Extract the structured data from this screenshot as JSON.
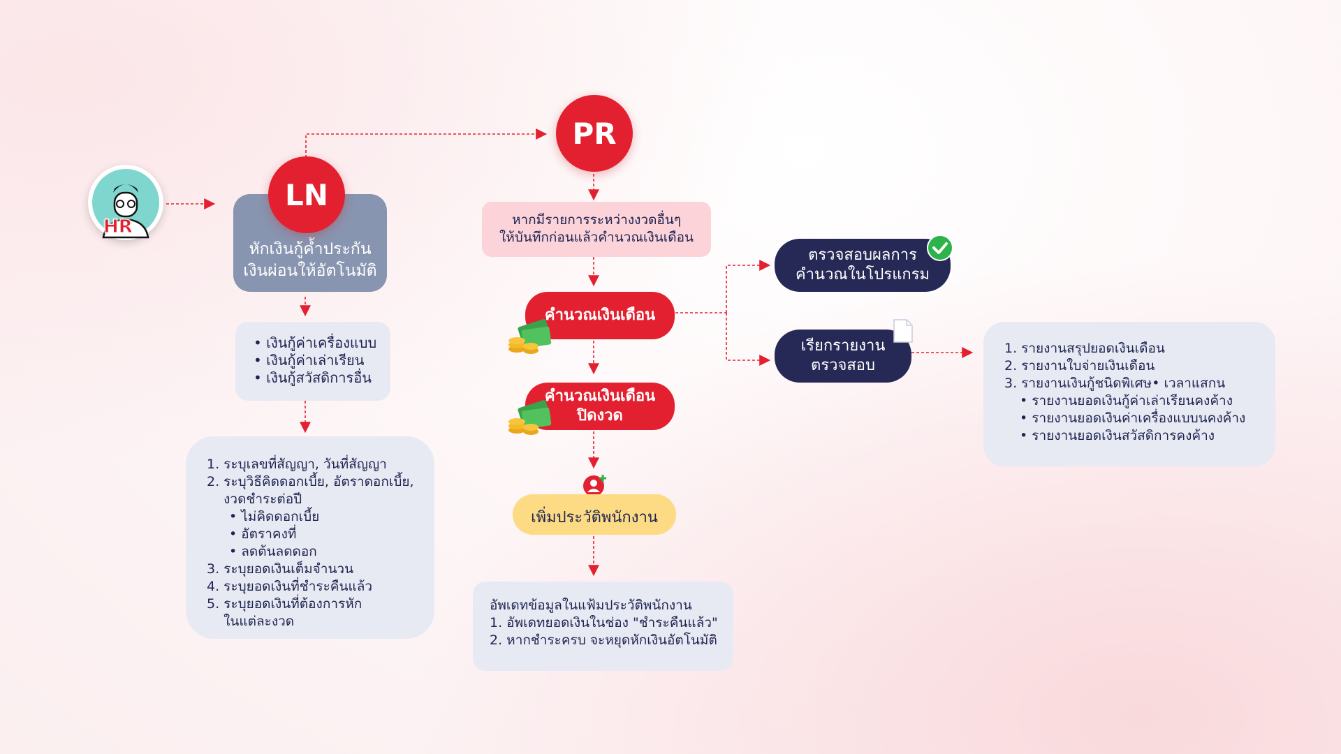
{
  "hr": {
    "label": "HR"
  },
  "ln": {
    "badge": "LN",
    "title_lines": [
      "หักเงินกู้ค้ำประกัน",
      "เงินผ่อนให้อัตโนมัติ"
    ],
    "loan_types": [
      "• เงินกู้ค่าเครื่องแบบ",
      "• เงินกู้ค่าเล่าเรียน",
      "• เงินกู้สวัสดิการอื่น"
    ],
    "steps": [
      "1. ระบุเลขที่สัญญา, วันที่สัญญา",
      "2. ระบุวิธีคิดดอกเบี้ย, อัตราดอกเบี้ย,",
      "    งวดชำระต่อปี",
      "• ไม่คิดดอกเบี้ย",
      "• อัตราคงที่",
      "• ลดต้นลดดอก",
      "3. ระบุยอดเงินเต็มจำนวน",
      "4. ระบุยอดเงินที่ชำระคืนแล้ว",
      "5. ระบุยอดเงินที่ต้องการหัก",
      "    ในแต่ละงวด"
    ]
  },
  "pr": {
    "badge": "PR",
    "note_lines": [
      "หากมีรายการระหว่างงวดอื่นๆ",
      "ให้บันทึกก่อนแล้วคำนวณเงินเดือน"
    ],
    "calc_salary": "คำนวณเงินเดือน",
    "calc_close_lines": [
      "คำนวณเงินเดือน",
      "ปิดงวด"
    ],
    "add_history": "เพิ่มประวัติพนักงาน",
    "update_lines": [
      "อัพเดทข้อมูลในแฟ้มประวัติพนักงาน",
      "1. อัพเดทยอดเงินในช่อง \"ชำระคืนแล้ว\"",
      "2. หากชำระครบ จะหยุดหักเงินอัตโนมัติ"
    ]
  },
  "check": {
    "lines": [
      "ตรวจสอบผลการ",
      "คำนวณในโปรแกรม"
    ]
  },
  "report": {
    "lines": [
      "เรียกรายงาน",
      "ตรวจสอบ"
    ],
    "items": [
      "1. รายงานสรุปยอดเงินเดือน",
      "2. รายงานใบจ่ายเงินเดือน",
      "3. รายงานเงินกู้ชนิดพิเศษ• เวลาแสกน",
      "• รายงานยอดเงินกู้ค่าเล่าเรียนคงค้าง",
      "• รายงานยอดเงินค่าเครื่องแบบนคงค้าง",
      "• รายงานยอดเงินสวัสดิการคงค้าง"
    ]
  },
  "colors": {
    "red": "#e3202f",
    "navy": "#262856",
    "gray_box": "#e8eaf3",
    "ln_box": "#8895b0",
    "pink": "#fbd3d8",
    "yellow": "#fddb84",
    "green": "#2db34a"
  }
}
